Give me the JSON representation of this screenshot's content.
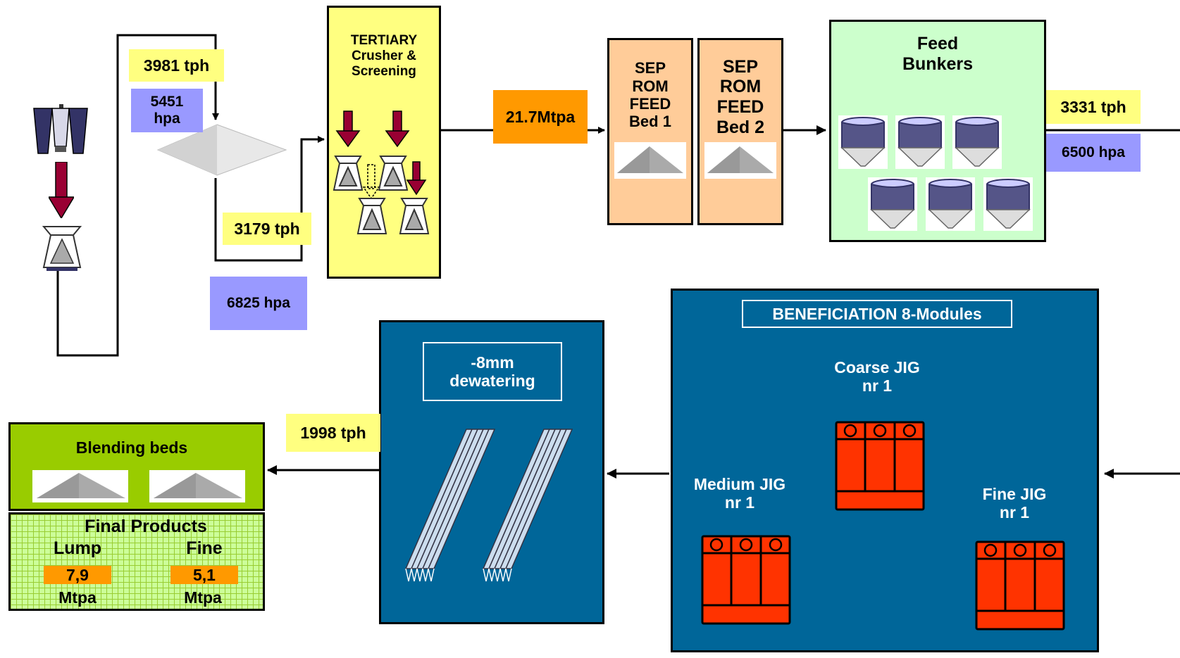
{
  "flow": {
    "primary_stockpile_rate": "3981 tph",
    "primary_stockpile_hpa": "5451\nhpa",
    "secondary_rate": "3179 tph",
    "secondary_hpa": "6825 hpa",
    "tertiary_title": "TERTIARY\nCrusher &\nScreening",
    "annual_feed": "21.7Mtpa",
    "sep_bed_1": "SEP\nROM\nFEED\nBed 1",
    "sep_bed_2": "SEP\nROM\nFEED\nBed 2",
    "feed_bunkers": "Feed\nBunkers",
    "bunker_rate": "3331 tph",
    "bunker_hpa": "6500 hpa",
    "beneficiation_title": "BENEFICIATION  8-Modules",
    "coarse_jig": "Coarse JIG\nnr 1",
    "medium_jig": "Medium JIG\nnr 1",
    "fine_jig": "Fine JIG\nnr 1",
    "dewatering": "-8mm\ndewatering",
    "dewatering_rate": "1998 tph",
    "blending_beds": "Blending beds",
    "final_products": {
      "title": "Final Products",
      "lump_label": "Lump",
      "fine_label": "Fine",
      "lump_value": "7,9",
      "fine_value": "5,1",
      "lump_unit": "Mtpa",
      "fine_unit": "Mtpa"
    }
  },
  "colors": {
    "yellow_label": "#ffff80",
    "lilac_label": "#9999ff",
    "orange_label": "#ff9900",
    "sep_bed": "#ffcc99",
    "bunker_panel": "#ccffcc",
    "beneficiation_panel": "#006699",
    "jig_red": "#ff3300",
    "blending_green": "#99cc00",
    "arrow_maroon": "#990033"
  }
}
